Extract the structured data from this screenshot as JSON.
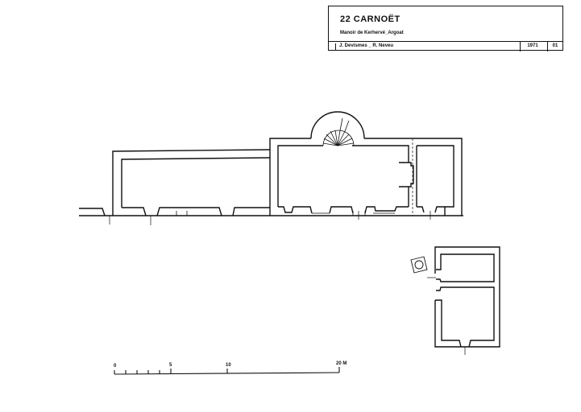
{
  "title_block": {
    "title": "22  CARNOËT",
    "subtitle": "Manoir  de  Kerhervé_Argoat",
    "authors": "J. Devismes _ R. Neveu",
    "year": "1971",
    "sheet_number": "01"
  },
  "scale_bar": {
    "labels": [
      "0",
      "5",
      "10",
      "20 M"
    ],
    "max_meters": 20
  }
}
